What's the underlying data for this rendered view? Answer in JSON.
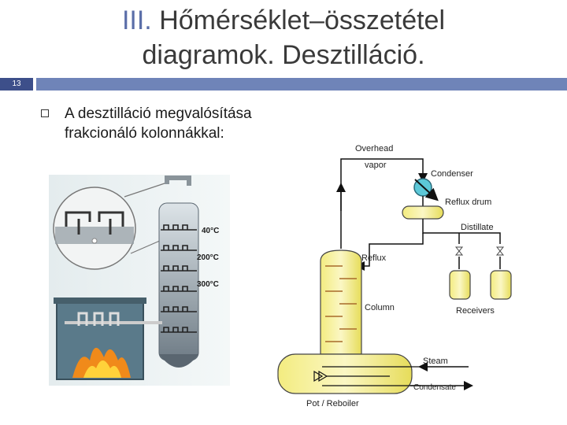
{
  "slide": {
    "title_roman": "III.",
    "title_line1_rest": " Hőmérséklet–összetétel",
    "title_line2": "diagramok. Desztilláció.",
    "page_number": "13",
    "bullet_text": "A desztilláció megvalósítása frakcionáló kolonnákkal:"
  },
  "left_illustration": {
    "temp_labels": [
      "40°C",
      "200°C",
      "300°C"
    ]
  },
  "schematic": {
    "labels": {
      "overhead_vapor_1": "Overhead",
      "overhead_vapor_2": "vapor",
      "condenser": "Condenser",
      "reflux_drum": "Reflux drum",
      "distillate": "Distillate",
      "reflux": "Reflux",
      "column": "Column",
      "receivers": "Receivers",
      "steam": "Steam",
      "condensate": "Condensate",
      "pot_reboiler": "Pot / Reboiler"
    }
  },
  "colors": {
    "title_accent": "#5a6ea8",
    "bar": "#6f84b8",
    "vessel_yellow": "#f5ef8c",
    "heater_bg": "#5a7a8a",
    "flame": "#f08a1a"
  }
}
